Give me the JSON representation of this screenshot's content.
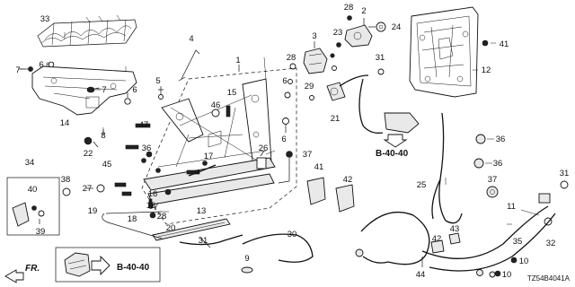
{
  "diagram": {
    "page_code": "TZ54B4041A",
    "front_label": "FR.",
    "references": [
      "B-40-40",
      "B-40-40"
    ],
    "callouts": [
      "1",
      "2",
      "3",
      "4",
      "5",
      "6",
      "6",
      "6",
      "6",
      "7",
      "7",
      "8",
      "9",
      "10",
      "10",
      "11",
      "12",
      "13",
      "14",
      "15",
      "16",
      "17",
      "18",
      "18",
      "19",
      "20",
      "21",
      "22",
      "23",
      "24",
      "25",
      "26",
      "27",
      "28",
      "28",
      "28",
      "29",
      "30",
      "31",
      "31",
      "31",
      "32",
      "33",
      "34",
      "35",
      "36",
      "36",
      "36",
      "37",
      "37",
      "38",
      "39",
      "40",
      "41",
      "41",
      "42",
      "42",
      "43",
      "44",
      "45",
      "46",
      "47"
    ]
  }
}
